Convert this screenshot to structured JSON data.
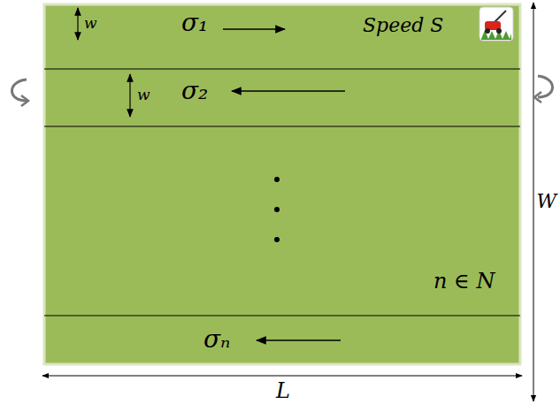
{
  "diagram": {
    "nodes": [
      {
        "text": [
          "n ∈ N"
        ]
      },
      {
        "text": [
          "w",
          "σ₁",
          "Speed S"
        ],
        "in": 0
      },
      {
        "text": [
          "w",
          "σ₂"
        ],
        "in": 0
      },
      {
        "text": [
          "σₙ"
        ],
        "in": 0
      }
    ],
    "edges": [],
    "labels": [
      "W",
      "L"
    ]
  }
}
